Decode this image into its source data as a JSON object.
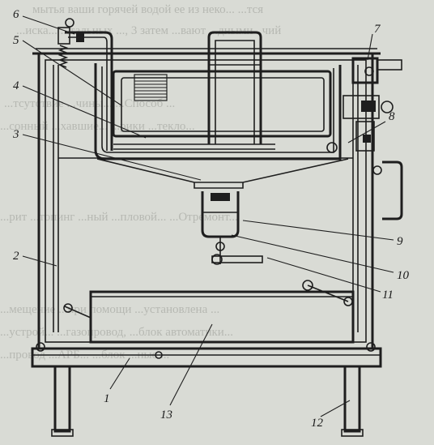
{
  "figure": {
    "callouts": [
      "1",
      "2",
      "3",
      "4",
      "5",
      "6",
      "7",
      "8",
      "9",
      "10",
      "11",
      "12",
      "13"
    ]
  },
  "bleed_through_text": [
    "мытья ваши горячей водой ее из неко... ...тся",
    "...иска... ...тальных ..., 3 затем ...вают ...дными ..чий",
    "...тсутствие ...чины... ...Способ ...",
    "...сонный ...хавшие... ...рики ...текло...",
    "...рит ...топинг ...ный ...пловой... ...Отремонт...",
    "...мещение ...при помощи ...установлена ...",
    "...устрой... ...газопровод, ...блок автоматики...",
    "...провод ...АРБ... ...блок ...ные ..."
  ]
}
